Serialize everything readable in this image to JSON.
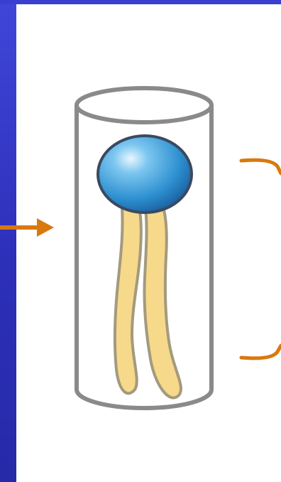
{
  "diagram": {
    "background_color": "#3338c8",
    "panel_color": "#ffffff",
    "arrow_color": "#d9780f",
    "tube_stroke_color": "#8a8a8a",
    "head_color": "#2e90d0",
    "tail_color": "#f6d98a",
    "elements": [
      "arrow-pointing-at-tube",
      "cylinder-tube",
      "lipid-head-sphere",
      "lipid-tail-left",
      "lipid-tail-right",
      "curly-bracket-right"
    ]
  }
}
